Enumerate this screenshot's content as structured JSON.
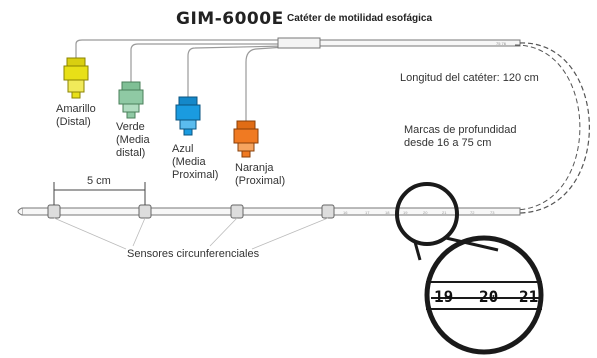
{
  "title": {
    "model": "GIM-6000E",
    "description": "Catéter de motilidad esofágica"
  },
  "connectors": [
    {
      "name_line1": "Amarillo",
      "name_line2": "(Distal)",
      "name_line3": "",
      "color": "#e8e017"
    },
    {
      "name_line1": "Verde",
      "name_line2": "(Media",
      "name_line3": "distal)",
      "color": "#8fc9a4"
    },
    {
      "name_line1": "Azul",
      "name_line2": "(Media",
      "name_line3": "Proximal)",
      "color": "#1a9be0"
    },
    {
      "name_line1": "Naranja",
      "name_line2": "(Proximal)",
      "name_line3": "",
      "color": "#f07a22"
    }
  ],
  "annotations": {
    "length": "Longitud del catéter: 120 cm",
    "depth_line1": "Marcas de profundidad",
    "depth_line2": "desde 16 a 75 cm",
    "sensors": "Sensores circunferenciales",
    "spacing": "5 cm"
  },
  "magnifier": {
    "marks": [
      "19",
      "20",
      "21"
    ]
  }
}
